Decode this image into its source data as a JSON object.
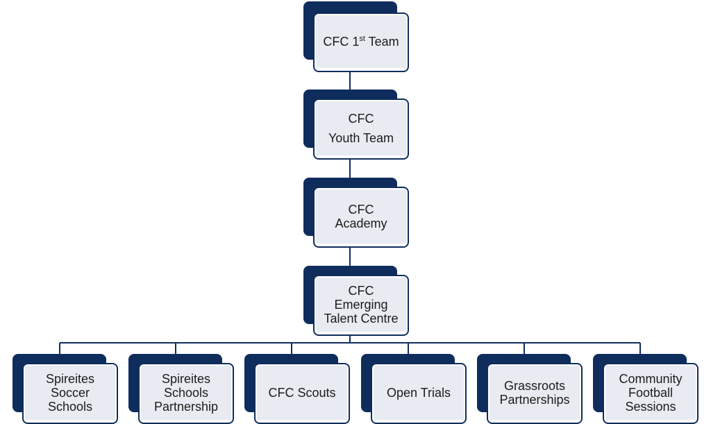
{
  "diagram": {
    "type": "org-chart",
    "colors": {
      "box_dark": "#0f2d5c",
      "box_fill": "#e8ebf1",
      "line": "#0f2d5c"
    },
    "nodes": [
      {
        "id": "first-team",
        "text_main": "CFC 1",
        "text_sup": "st",
        "text_tail": " Team"
      },
      {
        "id": "youth-team",
        "label": "CFC\nYouth Team"
      },
      {
        "id": "academy",
        "label": "CFC\nAcademy"
      },
      {
        "id": "etc",
        "label": "CFC\nEmerging\nTalent Centre"
      },
      {
        "id": "soccer-schools",
        "label": "Spireites\nSoccer\nSchools"
      },
      {
        "id": "schools-partnership",
        "label": "Spireites\nSchools\nPartnership"
      },
      {
        "id": "scouts",
        "label": "CFC Scouts"
      },
      {
        "id": "open-trials",
        "label": "Open Trials"
      },
      {
        "id": "grassroots",
        "label": "Grassroots\nPartnerships"
      },
      {
        "id": "community",
        "label": "Community\nFootball\nSessions"
      }
    ]
  }
}
